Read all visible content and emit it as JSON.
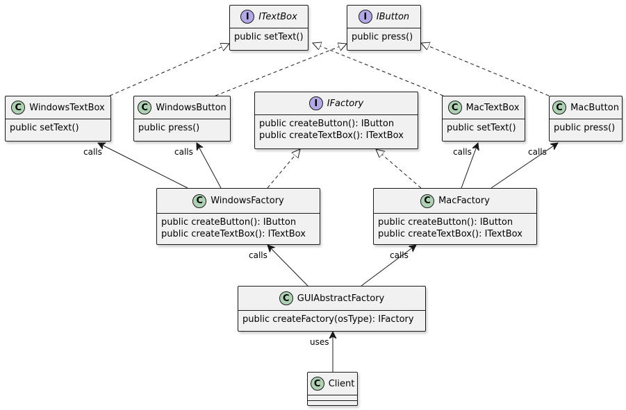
{
  "nodes": {
    "itextbox": {
      "kind": "interface",
      "badge": "I",
      "name": "ITextBox",
      "members": [
        "public setText()"
      ]
    },
    "ibutton": {
      "kind": "interface",
      "badge": "I",
      "name": "IButton",
      "members": [
        "public press()"
      ]
    },
    "ifactory": {
      "kind": "interface",
      "badge": "I",
      "name": "IFactory",
      "members": [
        "public createButton(): IButton",
        "public createTextBox(): ITextBox"
      ]
    },
    "windowstextbox": {
      "kind": "class",
      "badge": "C",
      "name": "WindowsTextBox",
      "members": [
        "public setText()"
      ]
    },
    "windowsbutton": {
      "kind": "class",
      "badge": "C",
      "name": "WindowsButton",
      "members": [
        "public press()"
      ]
    },
    "mactextbox": {
      "kind": "class",
      "badge": "C",
      "name": "MacTextBox",
      "members": [
        "public setText()"
      ]
    },
    "macbutton": {
      "kind": "class",
      "badge": "C",
      "name": "MacButton",
      "members": [
        "public press()"
      ]
    },
    "windowsfactory": {
      "kind": "class",
      "badge": "C",
      "name": "WindowsFactory",
      "members": [
        "public createButton(): IButton",
        "public createTextBox(): ITextBox"
      ]
    },
    "macfactory": {
      "kind": "class",
      "badge": "C",
      "name": "MacFactory",
      "members": [
        "public createButton(): IButton",
        "public createTextBox(): ITextBox"
      ]
    },
    "guiabstractfactory": {
      "kind": "class",
      "badge": "C",
      "name": "GUIAbstractFactory",
      "members": [
        "public createFactory(osType): IFactory"
      ]
    },
    "client": {
      "kind": "class",
      "badge": "C",
      "name": "Client",
      "members": []
    }
  },
  "labels": {
    "calls_wtb": "calls",
    "calls_wb": "calls",
    "calls_mtb": "calls",
    "calls_mb": "calls",
    "calls_wf": "calls",
    "calls_mf": "calls",
    "uses": "uses"
  },
  "colors": {
    "class_badge": "#add1b2",
    "interface_badge": "#b4a7e5",
    "box_fill": "#f1f1f1",
    "line": "#181818"
  }
}
